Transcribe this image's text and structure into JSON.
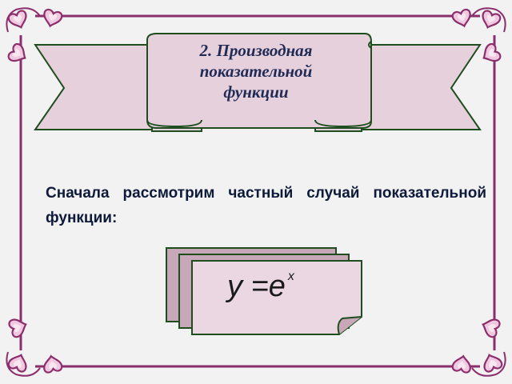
{
  "banner": {
    "title_lines": [
      "2. Производная",
      "показательной",
      "функции"
    ]
  },
  "body": {
    "text": "Сначала рассмотрим частный случай показательной функции:"
  },
  "formula": {
    "lhs": "y",
    "op": "=",
    "base": "e",
    "exponent": "x"
  },
  "colors": {
    "frame": "#8b2f6c",
    "frame_dark": "#5b1848",
    "heart_fill": "#f0c8e0",
    "banner_fill": "#e6d0dc",
    "banner_stroke": "#1e4d1e",
    "card_fill_back": "#c8a8b8",
    "card_fill_front": "#ead7e2"
  },
  "icons": [
    "heart-icon"
  ]
}
